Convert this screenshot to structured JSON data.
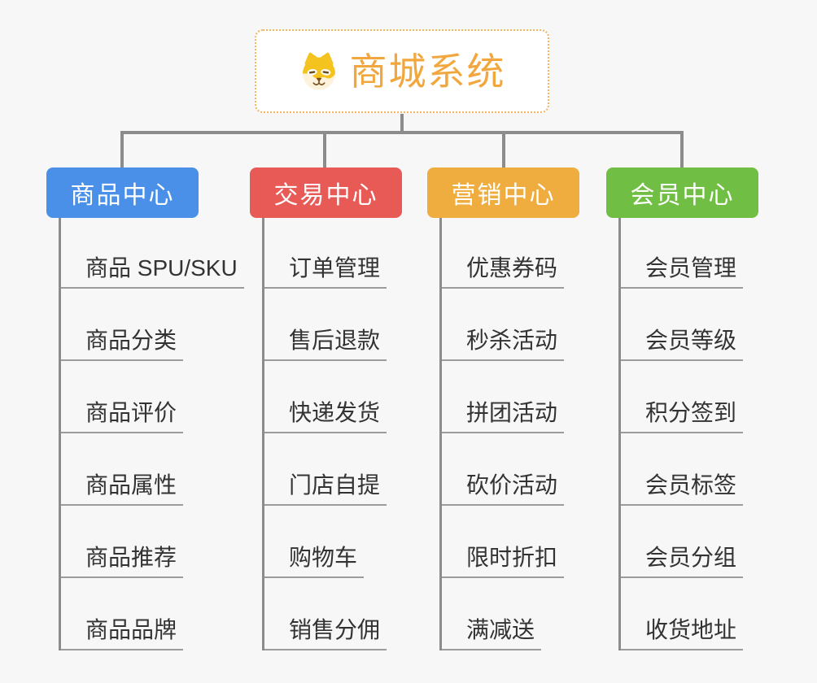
{
  "root": {
    "title": "商城系统",
    "icon": "dog-mascot-icon",
    "title_color": "#F1A73E",
    "border_color": "#F2B45C"
  },
  "connector_color": "#8C8C8C",
  "background_color": "#F7F7F7",
  "branches": [
    {
      "label": "商品中心",
      "color": "#4A90E8",
      "items": [
        "商品 SPU/SKU",
        "商品分类",
        "商品评价",
        "商品属性",
        "商品推荐",
        "商品品牌"
      ]
    },
    {
      "label": "交易中心",
      "color": "#E85A55",
      "items": [
        "订单管理",
        "售后退款",
        "快递发货",
        "门店自提",
        "购物车",
        "销售分佣"
      ]
    },
    {
      "label": "营销中心",
      "color": "#EEAD3E",
      "items": [
        "优惠券码",
        "秒杀活动",
        "拼团活动",
        "砍价活动",
        "限时折扣",
        "满减送"
      ]
    },
    {
      "label": "会员中心",
      "color": "#70BF44",
      "items": [
        "会员管理",
        "会员等级",
        "积分签到",
        "会员标签",
        "会员分组",
        "收货地址"
      ]
    }
  ]
}
